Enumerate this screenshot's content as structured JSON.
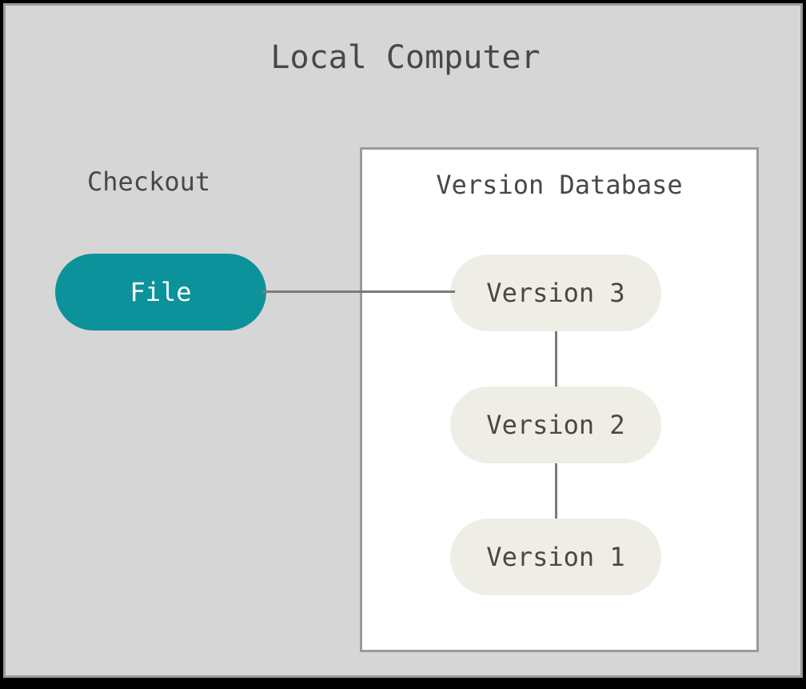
{
  "diagram": {
    "title": "Local Computer",
    "colors": {
      "frame_background": "#d6d6d6",
      "frame_border": "#9a9a9a",
      "panel_background": "#ffffff",
      "panel_border": "#9a9a9a",
      "checkout_node_fill": "#0c929a",
      "checkout_node_text": "#ffffff",
      "version_node_fill": "#efeee6",
      "text": "#4a4744",
      "connector": "#7d7b74",
      "outer_background": "#000000"
    },
    "checkout": {
      "label": "Checkout",
      "node": {
        "label": "File"
      }
    },
    "version_database": {
      "label": "Version Database",
      "nodes": [
        {
          "label": "Version 3"
        },
        {
          "label": "Version 2"
        },
        {
          "label": "Version 1"
        }
      ]
    },
    "connectors": [
      {
        "name": "file-to-version-3",
        "from": "File",
        "to": "Version 3",
        "orientation": "horizontal"
      },
      {
        "name": "version-3-to-version-2",
        "from": "Version 3",
        "to": "Version 2",
        "orientation": "vertical"
      },
      {
        "name": "version-2-to-version-1",
        "from": "Version 2",
        "to": "Version 1",
        "orientation": "vertical"
      }
    ]
  }
}
